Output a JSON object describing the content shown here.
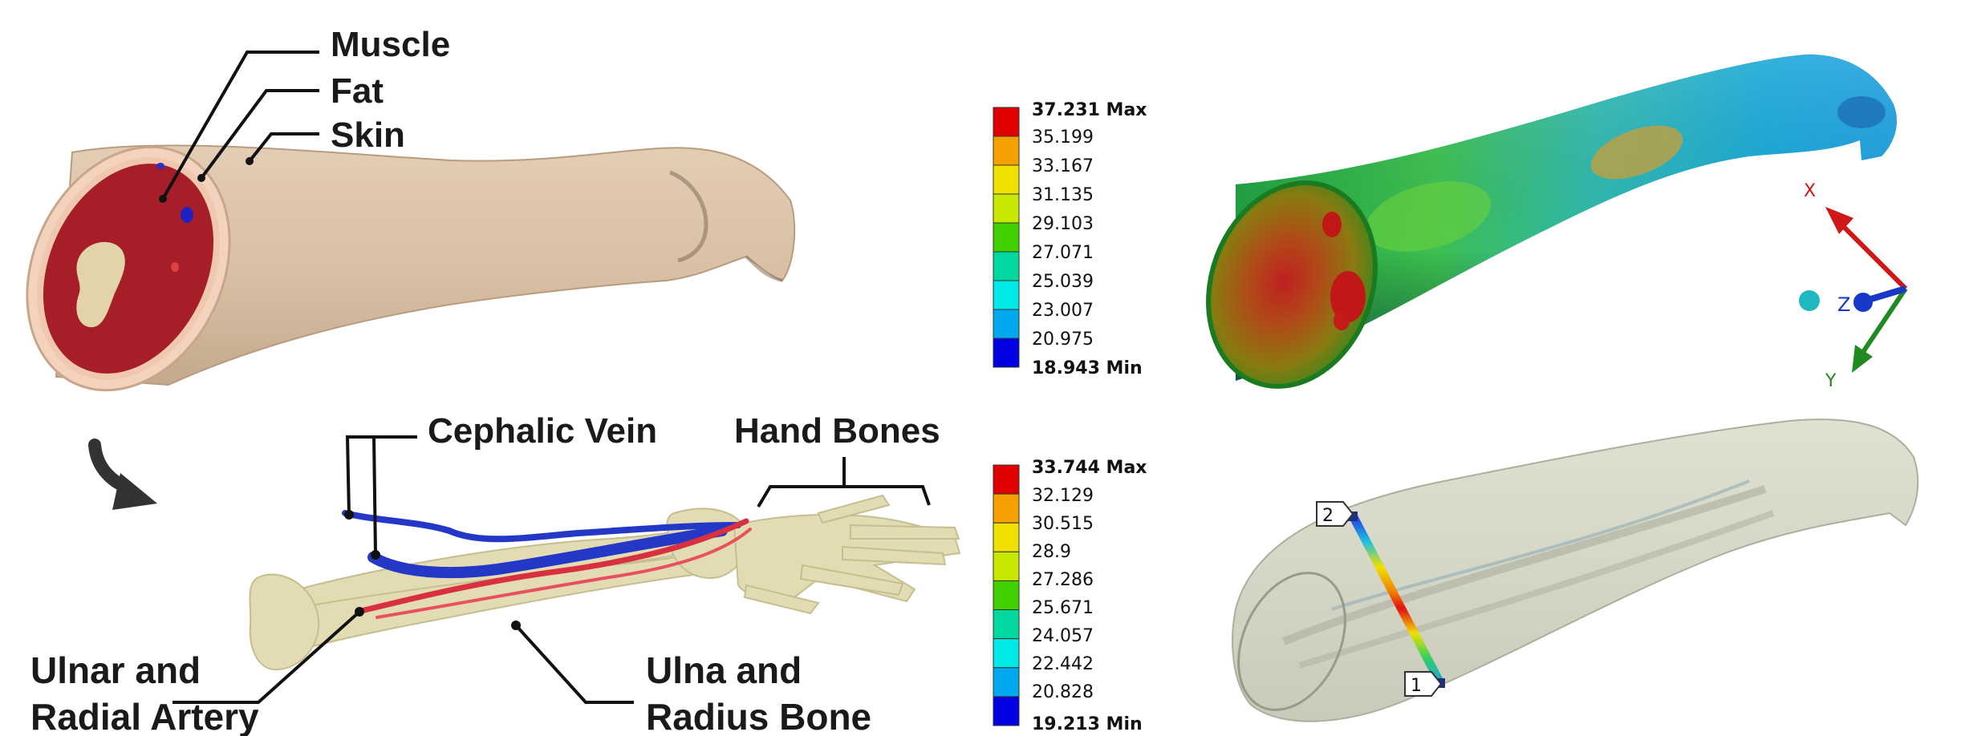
{
  "anatomy_labels": {
    "muscle": "Muscle",
    "fat": "Fat",
    "skin": "Skin",
    "cephalic_vein": "Cephalic Vein",
    "hand_bones": "Hand Bones",
    "ulnar_radial_artery_line1": "Ulnar and",
    "ulnar_radial_artery_line2": "Radial Artery",
    "ulna_radius_bone_line1": "Ulna and",
    "radius_bone_line2": "Radius Bone"
  },
  "legend_top": {
    "max_label": "37.231 Max",
    "min_label": "18.943 Min",
    "ticks": [
      "35.199",
      "33.167",
      "31.135",
      "29.103",
      "27.071",
      "25.039",
      "23.007",
      "20.975"
    ],
    "colors": [
      "#e00000",
      "#f5a000",
      "#f0e000",
      "#c8e800",
      "#40d000",
      "#00d8a0",
      "#00e8e8",
      "#00a8f0",
      "#0000e0"
    ]
  },
  "legend_bottom": {
    "max_label": "33.744 Max",
    "min_label": "19.213 Min",
    "ticks": [
      "32.129",
      "30.515",
      "28.9",
      "27.286",
      "25.671",
      "24.057",
      "22.442",
      "20.828"
    ],
    "colors": [
      "#e00000",
      "#f5a000",
      "#f0e000",
      "#c8e800",
      "#40d000",
      "#00d8a0",
      "#00e8e8",
      "#00a8f0",
      "#0000e0"
    ]
  },
  "axes": {
    "x": "X",
    "y": "Y",
    "z": "Z"
  },
  "probe_markers": {
    "start": "1",
    "end": "2"
  }
}
